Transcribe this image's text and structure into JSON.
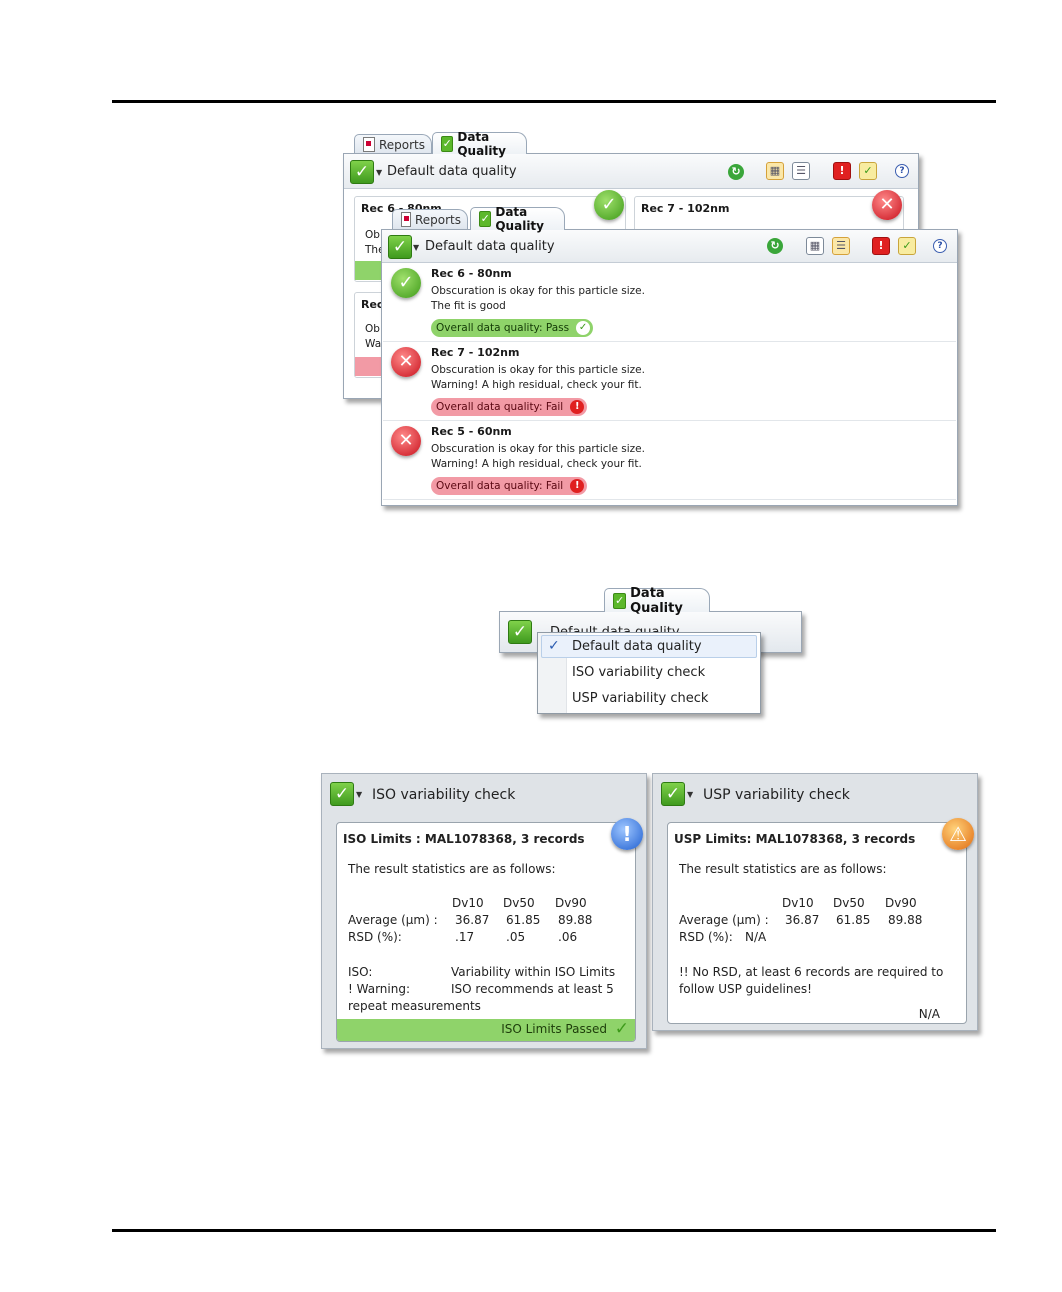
{
  "back_panel": {
    "tabs": [
      "Reports",
      "Data Quality"
    ],
    "title": "Default data quality",
    "rec_left": "Rec 6 - 80nm",
    "rec_right": "Rec 7 - 102nm",
    "stub_lines": [
      "Ob",
      "The",
      "Rec",
      "Ob",
      "Wa"
    ]
  },
  "front_panel": {
    "tabs": [
      "Reports",
      "Data Quality"
    ],
    "title": "Default data quality",
    "records": [
      {
        "title": "Rec 6 - 80nm",
        "lines": [
          "Obscuration is okay for this particle size.",
          "The fit is good"
        ],
        "status": "Overall data quality: Pass",
        "result": "pass"
      },
      {
        "title": "Rec 7 - 102nm",
        "lines": [
          "Obscuration is okay for this particle size.",
          "Warning! A high residual, check your fit."
        ],
        "status": "Overall data quality: Fail",
        "result": "fail"
      },
      {
        "title": "Rec 5 - 60nm",
        "lines": [
          "Obscuration is okay for this particle size.",
          "Warning! A high residual, check your fit."
        ],
        "status": "Overall data quality: Fail",
        "result": "fail"
      }
    ]
  },
  "dropdown": {
    "tab": "Data Quality",
    "obscured_title": "Default data quality",
    "options": [
      "Default data quality",
      "ISO variability check",
      "USP variability check"
    ],
    "selected": "Default data quality"
  },
  "iso_card": {
    "title": "ISO variability check",
    "heading": "ISO Limits : MAL1078368,  3 records",
    "intro": "The result statistics are as follows:",
    "cols": [
      "Dv10",
      "Dv50",
      "Dv90"
    ],
    "avg_label": "Average (µm) :",
    "avg": [
      "36.87",
      "61.85",
      "89.88"
    ],
    "rsd_label": "RSD (%):",
    "rsd": [
      ".17",
      ".05",
      ".06"
    ],
    "iso_label": "ISO:",
    "iso_value": "Variability within ISO Limits",
    "warn_label": "! Warning:",
    "warn_value": "ISO recommends at least 5",
    "warn_cont": "repeat measurements",
    "footer": "ISO Limits Passed"
  },
  "usp_card": {
    "title": "USP variability check",
    "heading": "USP Limits: MAL1078368,  3 records",
    "intro": "The result statistics are as follows:",
    "cols": [
      "Dv10",
      "Dv50",
      "Dv90"
    ],
    "avg_label": "Average (µm) :",
    "avg": [
      "36.87",
      "61.85",
      "89.88"
    ],
    "rsd_label": "RSD (%):",
    "rsd_value": "N/A",
    "note1": "!! No RSD, at least 6 records are required to",
    "note2": "follow USP guidelines!",
    "footer": "N/A"
  }
}
